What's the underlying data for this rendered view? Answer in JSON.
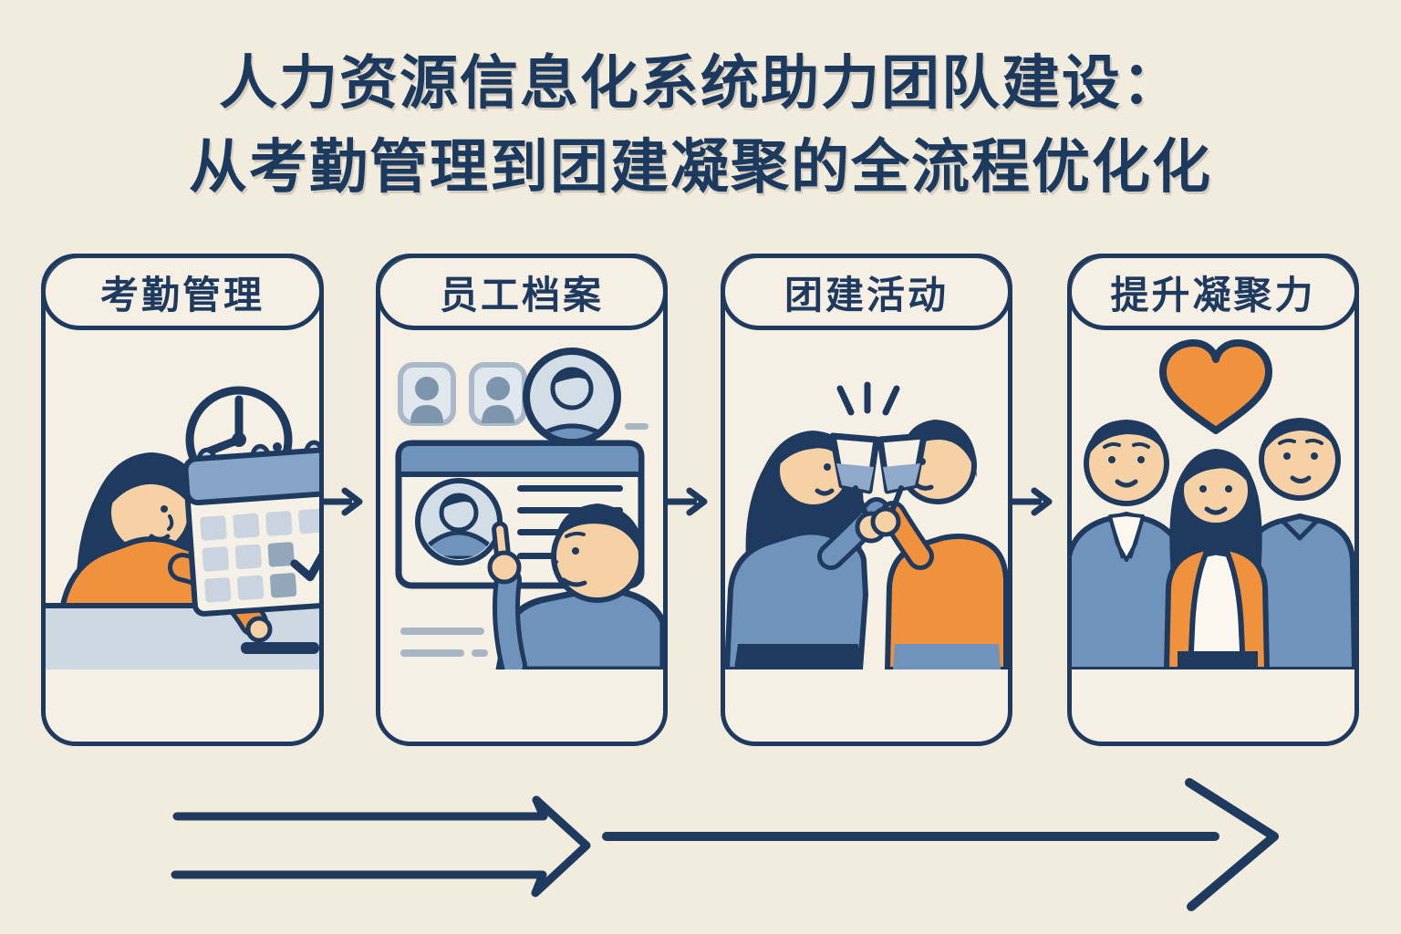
{
  "title": {
    "line1": "人力资源信息化系统助力团队建设：",
    "line2": "从考勤管理到团建凝聚的全流程优化化"
  },
  "flow": {
    "steps": [
      {
        "id": "attendance",
        "label": "考勤管理",
        "icons": [
          "clock-icon",
          "calendar-icon",
          "woman-typing-at-laptop",
          "desk"
        ]
      },
      {
        "id": "employee-files",
        "label": "员工档案",
        "icons": [
          "avatar-thumbnails",
          "profile-card",
          "man-pointing"
        ]
      },
      {
        "id": "team-building",
        "label": "团建活动",
        "icons": [
          "toast-sparks",
          "wine-glasses",
          "woman-figure",
          "man-figure"
        ]
      },
      {
        "id": "cohesion",
        "label": "提升凝聚力",
        "icons": [
          "heart-icon",
          "three-people-group"
        ]
      }
    ],
    "connector": "right-arrow"
  },
  "colors": {
    "background": "#f2ecdf",
    "panel_fill": "#f5efe4",
    "navy": "#1f3a5f",
    "orange": "#ef913d",
    "steel_blue": "#6f93ba",
    "calendar_header_blue": "#86a3c8",
    "light_blue": "#cdd8e2",
    "cell_blue": "#c9d4e0",
    "cell_dark": "#93a7bb",
    "avatar_bg": "#d3dde6",
    "gray_line": "#a8b6c4",
    "skin": "#f6d1a6",
    "title_navy": "#1c3a5e"
  }
}
